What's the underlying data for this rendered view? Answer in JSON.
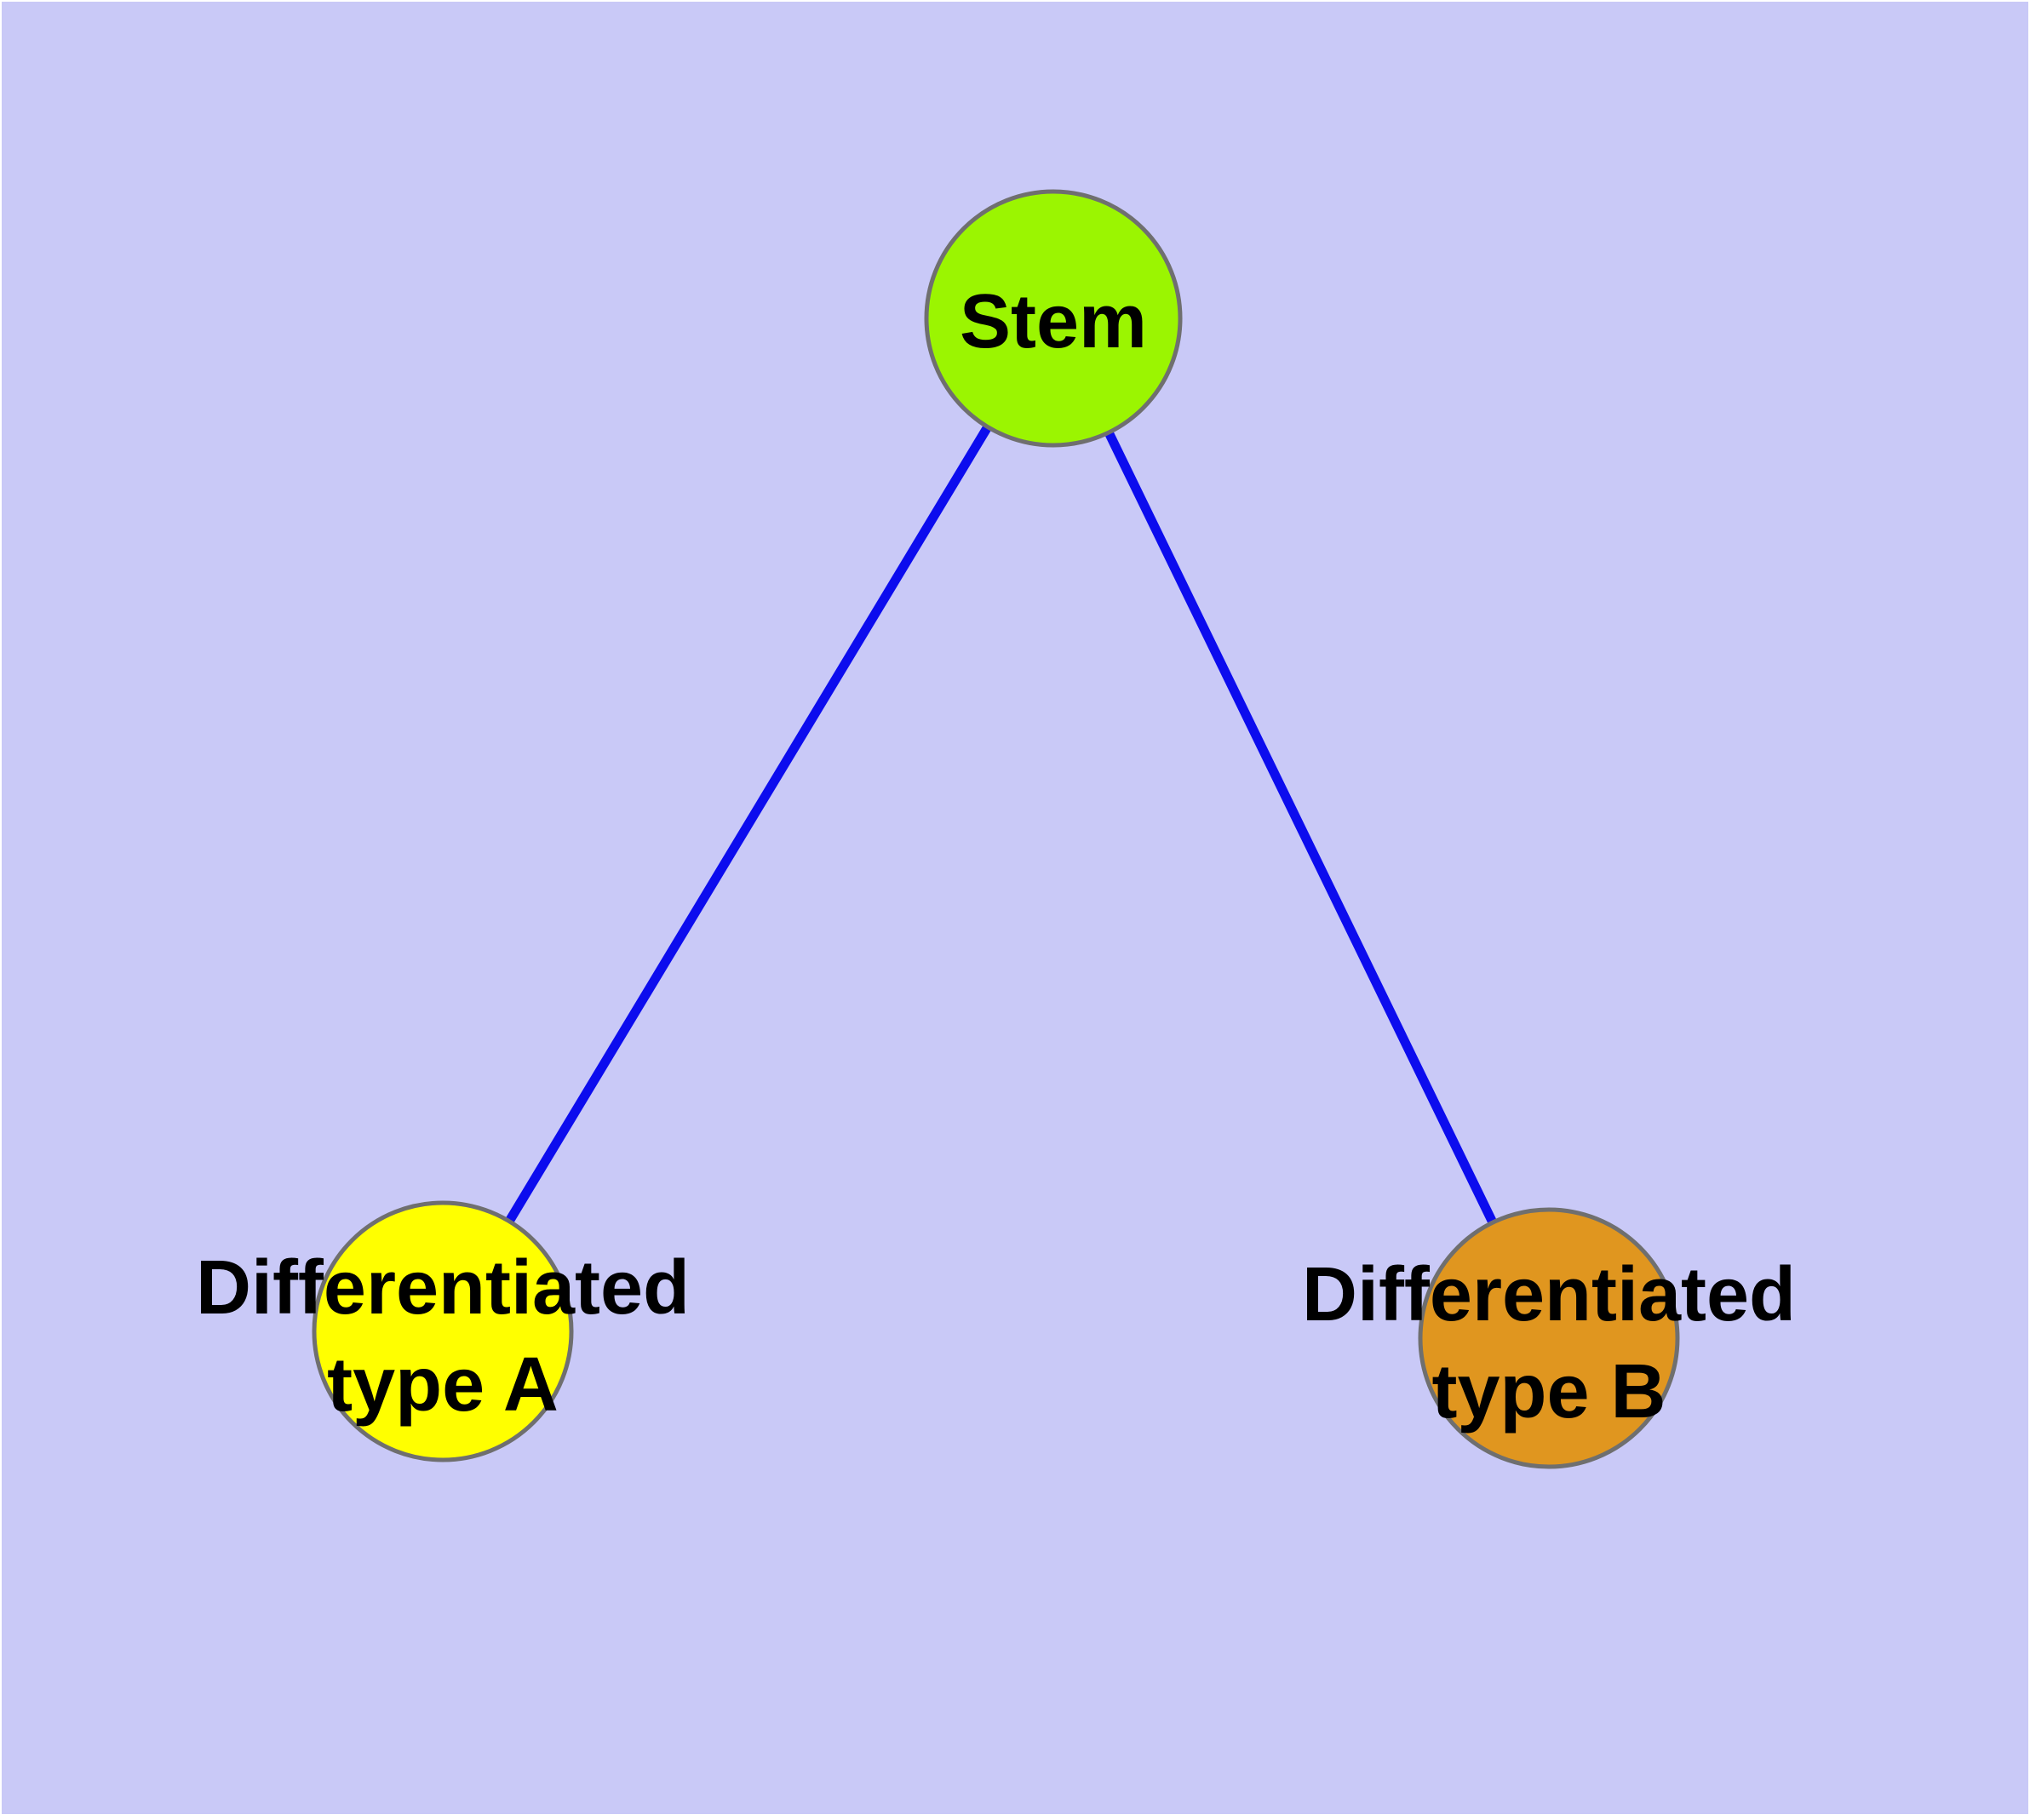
{
  "diagram": {
    "type": "node-link-graph",
    "background_color": "#c9c9f7",
    "page_edge_color": "#ffffff",
    "edge_color": "#0c0cee",
    "node_border_color": "#6f6f6f",
    "label_color": "#000000",
    "nodes": [
      {
        "id": "stem",
        "label": "Stem",
        "label_lines": [
          "Stem"
        ],
        "color": "#9bf501"
      },
      {
        "id": "differentiated-type-a",
        "label": "Differentiated type A",
        "label_lines": [
          "Differentiated",
          "type A"
        ],
        "color": "#ffff00"
      },
      {
        "id": "differentiated-type-b",
        "label": "Differentiated type B",
        "label_lines": [
          "Differentiated",
          "type B"
        ],
        "color": "#e0961f"
      }
    ],
    "edges": [
      {
        "from": "Stem",
        "to": "Differentiated type A"
      },
      {
        "from": "Stem",
        "to": "Differentiated type B"
      }
    ]
  }
}
